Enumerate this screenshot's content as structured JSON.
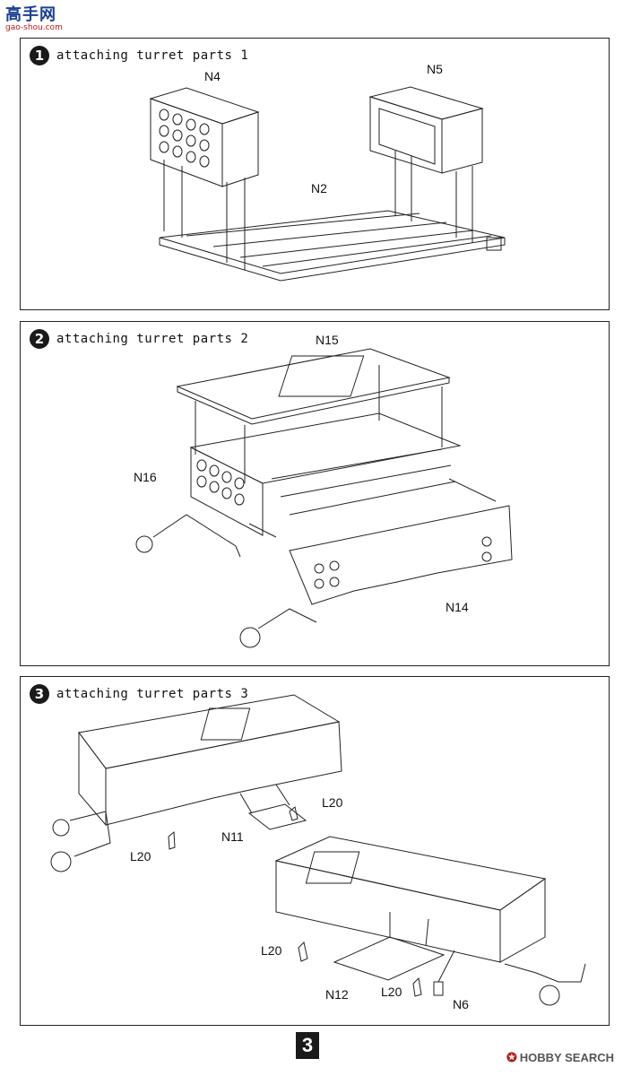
{
  "watermark": {
    "site_name": "高手网",
    "site_url": "gao-shou.com"
  },
  "steps": [
    {
      "number": "1",
      "title": "attaching turret parts 1",
      "labels": {
        "n4": "N4",
        "n5": "N5",
        "n2": "N2"
      }
    },
    {
      "number": "2",
      "title": "attaching turret parts 2",
      "labels": {
        "n15": "N15",
        "n16": "N16",
        "n14": "N14"
      }
    },
    {
      "number": "3",
      "title": "attaching turret parts 3",
      "labels": {
        "l20a": "L20",
        "n11": "N11",
        "l20b": "L20",
        "l20c": "L20",
        "n12": "N12",
        "l20d": "L20",
        "n6": "N6"
      }
    }
  ],
  "page_number": "3",
  "footer_logo": {
    "brand": "HOBBY SEARCH"
  }
}
